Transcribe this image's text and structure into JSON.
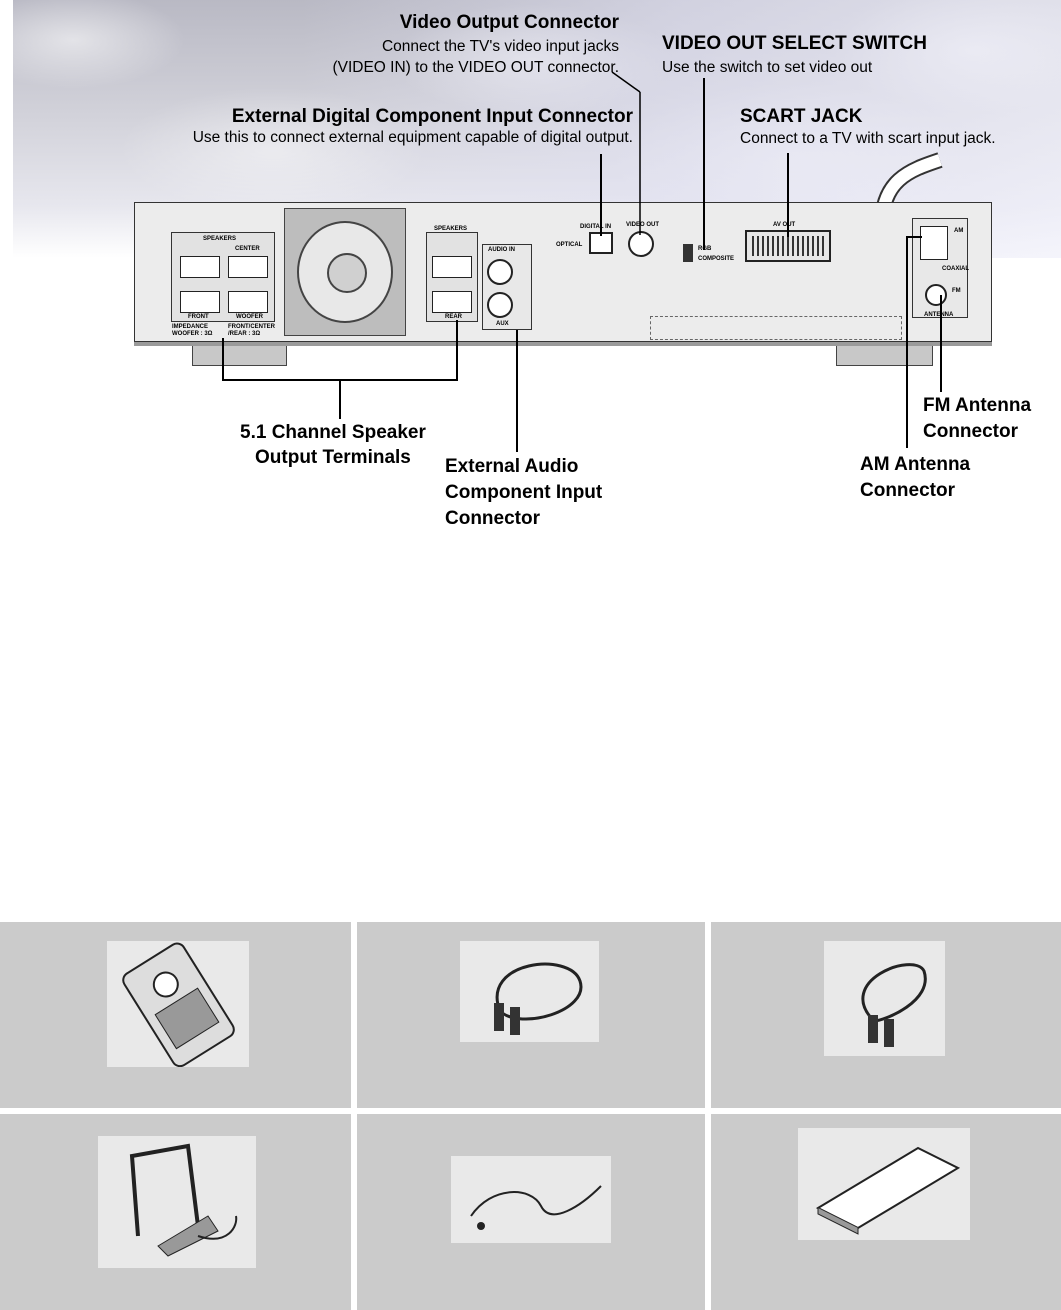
{
  "labels": {
    "video_output": {
      "title": "Video Output Connector",
      "line1": "Connect the TV's video input jacks",
      "line2": "(VIDEO IN) to the VIDEO OUT connector."
    },
    "video_out_select": {
      "title": "VIDEO OUT SELECT SWITCH",
      "desc": "Use the switch to set video out"
    },
    "ext_digital": {
      "title": "External Digital Component Input Connector",
      "desc": "Use this to connect external equipment capable of digital output."
    },
    "scart": {
      "title": "SCART JACK",
      "desc": "Connect to a TV with scart input jack."
    },
    "speaker": {
      "line1": "5.1 Channel Speaker",
      "line2": "Output Terminals"
    },
    "ext_audio": {
      "line1": "External Audio",
      "line2": "Component Input",
      "line3": "Connector"
    },
    "fm": {
      "line1": "FM Antenna",
      "line2": "Connector"
    },
    "am": {
      "line1": "AM Antenna",
      "line2": "Connector"
    }
  },
  "panel_text": {
    "speakers": "SPEAKERS",
    "center": "CENTER",
    "front": "FRONT",
    "woofer": "WOOFER",
    "impedance": "IMPEDANCE",
    "woofer_ohm": "WOOFER : 3Ω",
    "front_center": "FRONT/CENTER",
    "rear_ohm": "/REAR : 3Ω",
    "speakers2": "SPEAKERS",
    "rear": "REAR",
    "audio_in": "AUDIO IN",
    "aux": "AUX",
    "digital_in": "DIGITAL IN",
    "optical": "OPTICAL",
    "video_out": "VIDEO OUT",
    "rgb": "RGB",
    "composite": "COMPOSITE",
    "av_out": "AV OUT",
    "am": "AM",
    "coaxial": "COAXIAL",
    "fm": "FM",
    "antenna": "ANTENNA"
  },
  "accessories": [
    {
      "name": "remote-control"
    },
    {
      "name": "video-cable"
    },
    {
      "name": "audio-cable"
    },
    {
      "name": "am-loop-antenna"
    },
    {
      "name": "fm-antenna"
    },
    {
      "name": "users-manual"
    }
  ]
}
